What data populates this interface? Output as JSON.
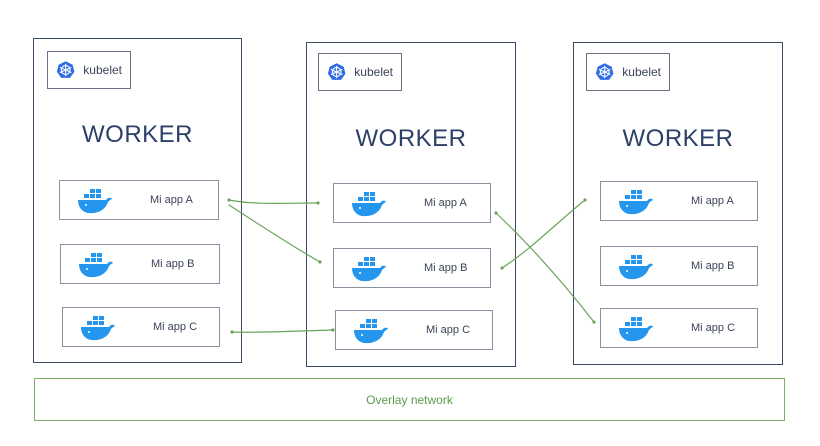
{
  "workers": [
    {
      "kubelet_label": "kubelet",
      "title": "WORKER",
      "apps": [
        {
          "label": "Mi app A"
        },
        {
          "label": "Mi app B"
        },
        {
          "label": "Mi app C"
        }
      ]
    },
    {
      "kubelet_label": "kubelet",
      "title": "WORKER",
      "apps": [
        {
          "label": "Mi app A"
        },
        {
          "label": "Mi app B"
        },
        {
          "label": "Mi app C"
        }
      ]
    },
    {
      "kubelet_label": "kubelet",
      "title": "WORKER",
      "apps": [
        {
          "label": "Mi app A"
        },
        {
          "label": "Mi app B"
        },
        {
          "label": "Mi app C"
        }
      ]
    }
  ],
  "overlay_label": "Overlay network",
  "colors": {
    "border": "#3d4a63",
    "title": "#2c3f66",
    "kubernetes_blue": "#326ce5",
    "docker_blue": "#2496ed",
    "network_green": "#6aa35a"
  },
  "icons": {
    "kubelet": "kubernetes-helm-icon",
    "app": "docker-whale-icon"
  }
}
